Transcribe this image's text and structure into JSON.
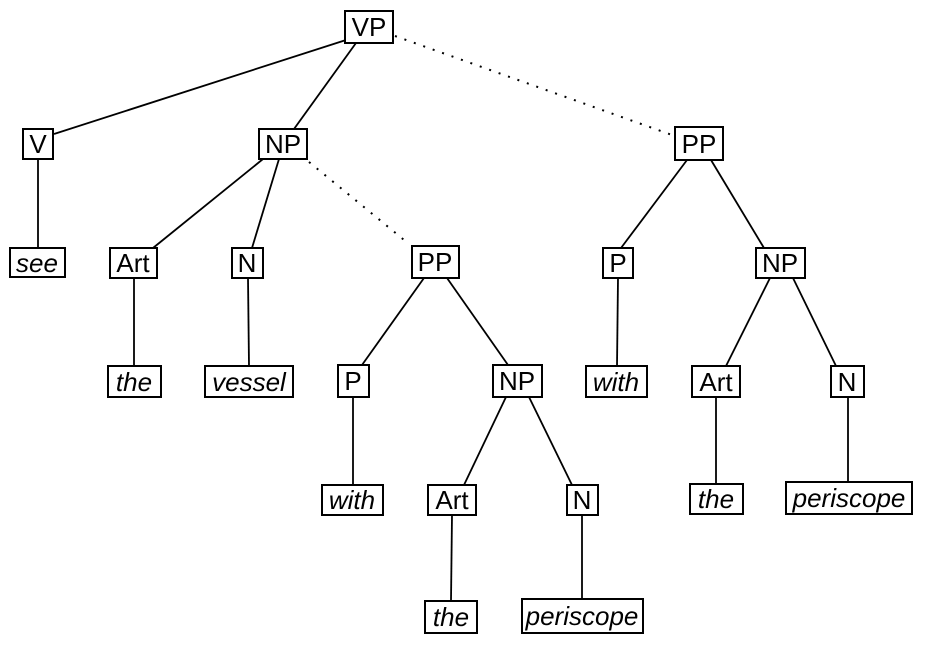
{
  "diagram": {
    "type": "syntax-parse-tree",
    "sentence_words": [
      "see",
      "the",
      "vessel",
      "with",
      "the",
      "periscope"
    ],
    "colors": {
      "line": "#000000",
      "box_border": "#000000",
      "box_fill": "#ffffff",
      "text": "#000000",
      "background": "#ffffff"
    },
    "nodes": {
      "vp": {
        "label": "VP"
      },
      "v": {
        "label": "V"
      },
      "np_object": {
        "label": "NP"
      },
      "pp_vp": {
        "label": "PP"
      },
      "see": {
        "label": "see"
      },
      "art_vessel": {
        "label": "Art"
      },
      "n_vessel": {
        "label": "N"
      },
      "pp_np": {
        "label": "PP"
      },
      "p_vp": {
        "label": "P"
      },
      "np_pp_vp": {
        "label": "NP"
      },
      "the_vessel": {
        "label": "the"
      },
      "vessel": {
        "label": "vessel"
      },
      "p_np": {
        "label": "P"
      },
      "np_pp_np": {
        "label": "NP"
      },
      "with_vp": {
        "label": "with"
      },
      "art_peri_vp": {
        "label": "Art"
      },
      "n_peri_vp": {
        "label": "N"
      },
      "with_np": {
        "label": "with"
      },
      "art_peri_np": {
        "label": "Art"
      },
      "n_peri_np": {
        "label": "N"
      },
      "the_peri_vp": {
        "label": "the"
      },
      "periscope_vp": {
        "label": "periscope"
      },
      "the_peri_np": {
        "label": "the"
      },
      "periscope_np": {
        "label": "periscope"
      }
    },
    "edges": [
      {
        "from": "vp",
        "to": "v",
        "style": "solid"
      },
      {
        "from": "vp",
        "to": "np_object",
        "style": "solid"
      },
      {
        "from": "vp",
        "to": "pp_vp",
        "style": "dotted"
      },
      {
        "from": "v",
        "to": "see",
        "style": "solid"
      },
      {
        "from": "np_object",
        "to": "art_vessel",
        "style": "solid"
      },
      {
        "from": "np_object",
        "to": "n_vessel",
        "style": "solid"
      },
      {
        "from": "np_object",
        "to": "pp_np",
        "style": "dotted"
      },
      {
        "from": "art_vessel",
        "to": "the_vessel",
        "style": "solid"
      },
      {
        "from": "n_vessel",
        "to": "vessel",
        "style": "solid"
      },
      {
        "from": "pp_np",
        "to": "p_np",
        "style": "solid"
      },
      {
        "from": "pp_np",
        "to": "np_pp_np",
        "style": "solid"
      },
      {
        "from": "p_np",
        "to": "with_np",
        "style": "solid"
      },
      {
        "from": "np_pp_np",
        "to": "art_peri_np",
        "style": "solid"
      },
      {
        "from": "np_pp_np",
        "to": "n_peri_np",
        "style": "solid"
      },
      {
        "from": "art_peri_np",
        "to": "the_peri_np",
        "style": "solid"
      },
      {
        "from": "n_peri_np",
        "to": "periscope_np",
        "style": "solid"
      },
      {
        "from": "pp_vp",
        "to": "p_vp",
        "style": "solid"
      },
      {
        "from": "pp_vp",
        "to": "np_pp_vp",
        "style": "solid"
      },
      {
        "from": "p_vp",
        "to": "with_vp",
        "style": "solid"
      },
      {
        "from": "np_pp_vp",
        "to": "art_peri_vp",
        "style": "solid"
      },
      {
        "from": "np_pp_vp",
        "to": "n_peri_vp",
        "style": "solid"
      },
      {
        "from": "art_peri_vp",
        "to": "the_peri_vp",
        "style": "solid"
      },
      {
        "from": "n_peri_vp",
        "to": "periscope_vp",
        "style": "solid"
      }
    ]
  }
}
